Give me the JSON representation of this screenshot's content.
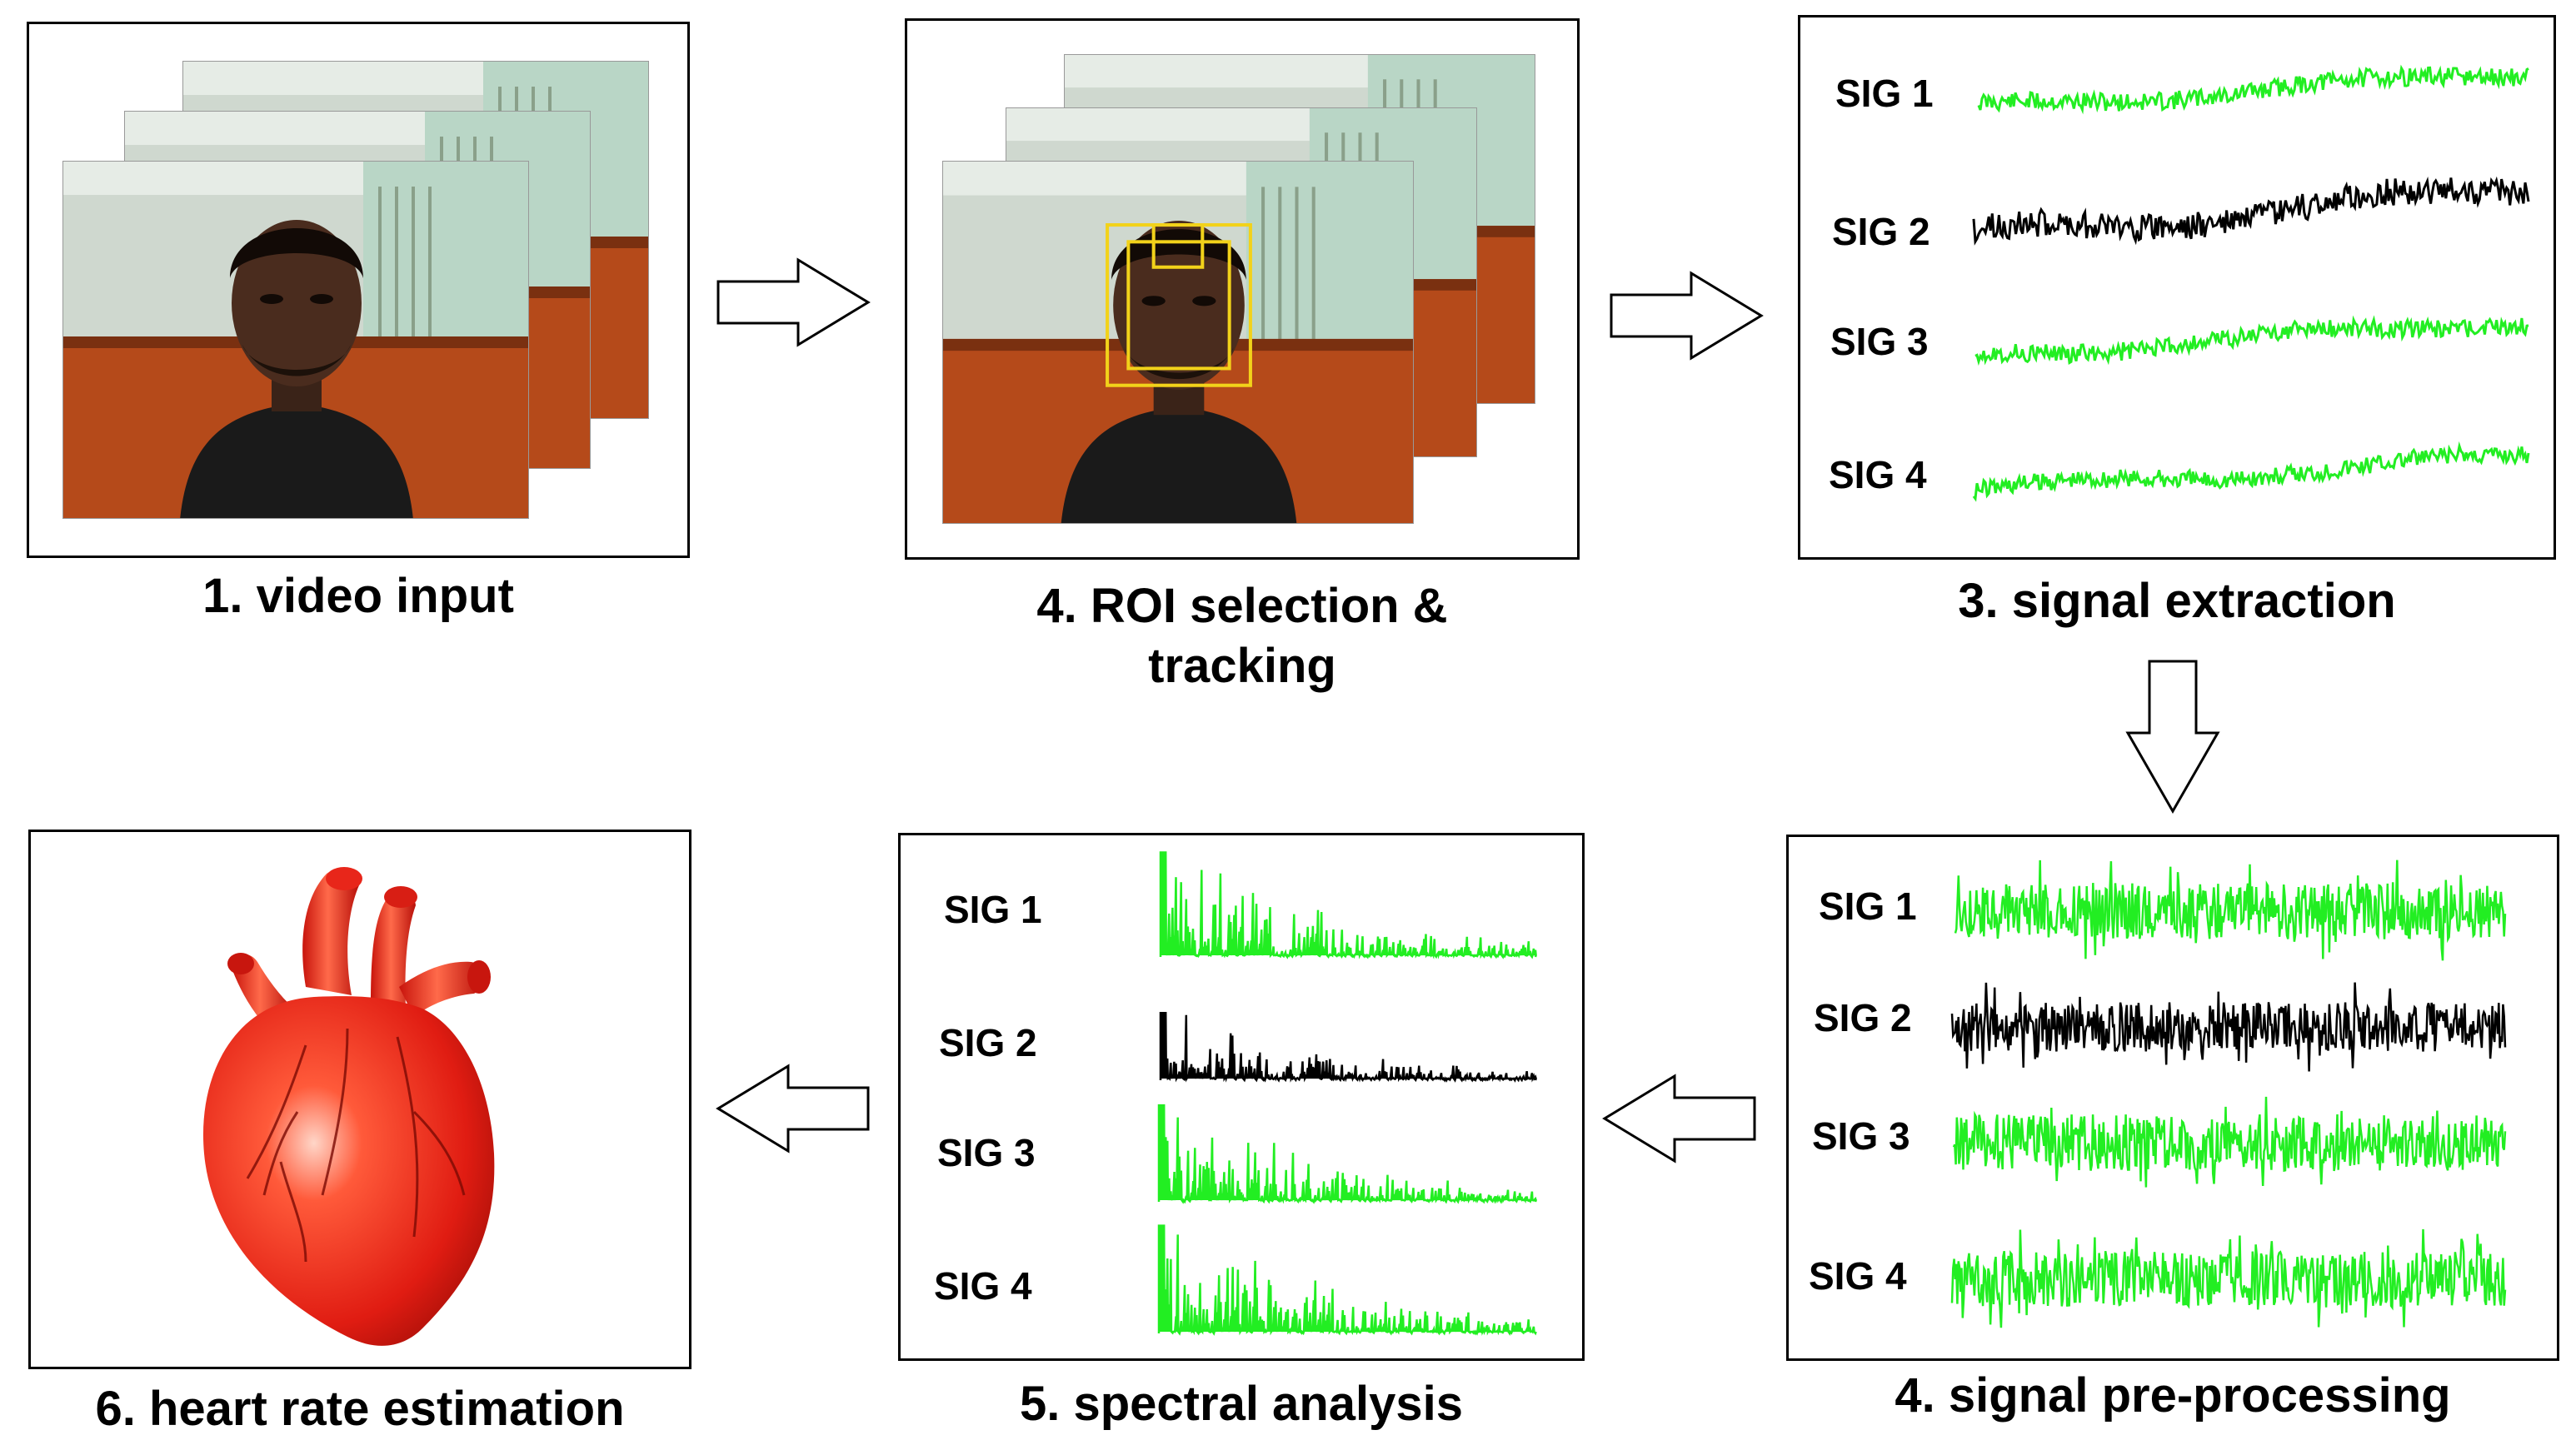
{
  "steps": {
    "s1": {
      "caption": "1. video input"
    },
    "s2": {
      "caption_line1": "4. ROI selection &",
      "caption_line2": "tracking"
    },
    "s3": {
      "caption": "3. signal extraction",
      "signals": [
        "SIG 1",
        "SIG 2",
        "SIG 3",
        "SIG 4"
      ]
    },
    "s4": {
      "caption": "4. signal pre-processing",
      "signals": [
        "SIG 1",
        "SIG 2",
        "SIG 3",
        "SIG 4"
      ]
    },
    "s5": {
      "caption": "5. spectral analysis",
      "signals": [
        "SIG 1",
        "SIG 2",
        "SIG 3",
        "SIG 4"
      ]
    },
    "s6": {
      "caption": "6. heart rate estimation"
    }
  },
  "colors": {
    "green_signal": "#22ee22",
    "black_signal": "#000000",
    "roi_box": "#f2d21a",
    "heart": "#e8281c",
    "wall": "#cfd8cf",
    "couch": "#b54a1a"
  },
  "icons": {
    "arrow": "hollow-block-arrow-icon",
    "heart": "heart-organ-icon",
    "person": "face-video-frame-icon"
  }
}
